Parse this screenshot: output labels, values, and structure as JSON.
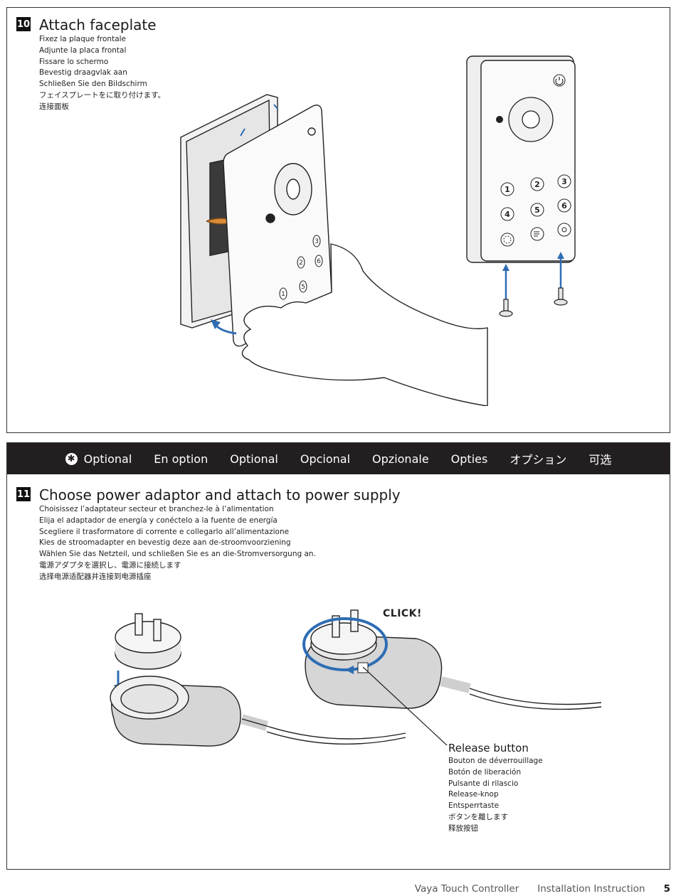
{
  "step10": {
    "number": "10",
    "title": "Attach faceplate",
    "translations": [
      "Fixez la plaque frontale",
      "Adjunte la placa frontal",
      "Fissare lo schermo",
      "Bevestig draagvlak aan",
      "Schließen Sie den Bildschirm",
      "フェイスプレートをに取り付けます。",
      "连接面板"
    ],
    "keypad_keys": [
      "1",
      "2",
      "3",
      "4",
      "5",
      "6"
    ]
  },
  "optional_bar": {
    "labels": [
      "Optional",
      "En option",
      "Optional",
      "Opcional",
      "Opzionale",
      "Opties",
      "オプション",
      "可选"
    ],
    "badge_icon": "asterisk-badge-icon"
  },
  "step11": {
    "number": "11",
    "title": "Choose power adaptor and attach to power supply",
    "translations": [
      "Choisissez l’adaptateur secteur et branchez-le à l’alimentation",
      "Elija el adaptador de energía y conéctelo a la fuente de energía",
      "Scegliere il trasformatore di corrente e collegarlo all’alimentazione",
      "Kies de stroomadapter en bevestig deze aan de-stroomvoorziening",
      "Wählen Sie das Netzteil, und schließen Sie es an die-Stromversorgung an.",
      "電源アダプタを選択し、電源に接続します",
      "选择电源适配器并连接到电源插座"
    ],
    "click_label": "CLICK!",
    "release": {
      "title": "Release button",
      "translations": [
        "Bouton de déverrouillage",
        "Botón de liberación",
        "Pulsante di rilascio",
        "Release-knop",
        "Entsperrtaste",
        "ボタンを離します",
        "释放按钮"
      ]
    }
  },
  "footer": {
    "product": "Vaya Touch Controller",
    "doc": "Installation Instruction",
    "page": "5"
  },
  "colors": {
    "accent_arrow": "#2e6db4",
    "bar_bg": "#231f20"
  }
}
